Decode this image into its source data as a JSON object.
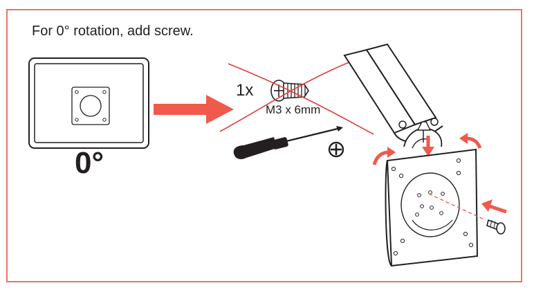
{
  "instruction": {
    "caption": "For 0° rotation, add screw."
  },
  "monitor_back": {
    "rotation_label": "0°"
  },
  "screw": {
    "quantity": "1x",
    "spec": "M3 x 6mm"
  },
  "colors": {
    "accent": "#e8756a",
    "arrow": "#ef5a4c",
    "line": "#231f20"
  },
  "icons": [
    "monitor-back-icon",
    "vesa-plate-icon",
    "arrow-right-icon",
    "screw-icon",
    "cross-out-icon",
    "screwdriver-icon",
    "phillips-plus-icon",
    "stand-arm-icon",
    "curved-arrow-icon",
    "small-screw-icon"
  ]
}
